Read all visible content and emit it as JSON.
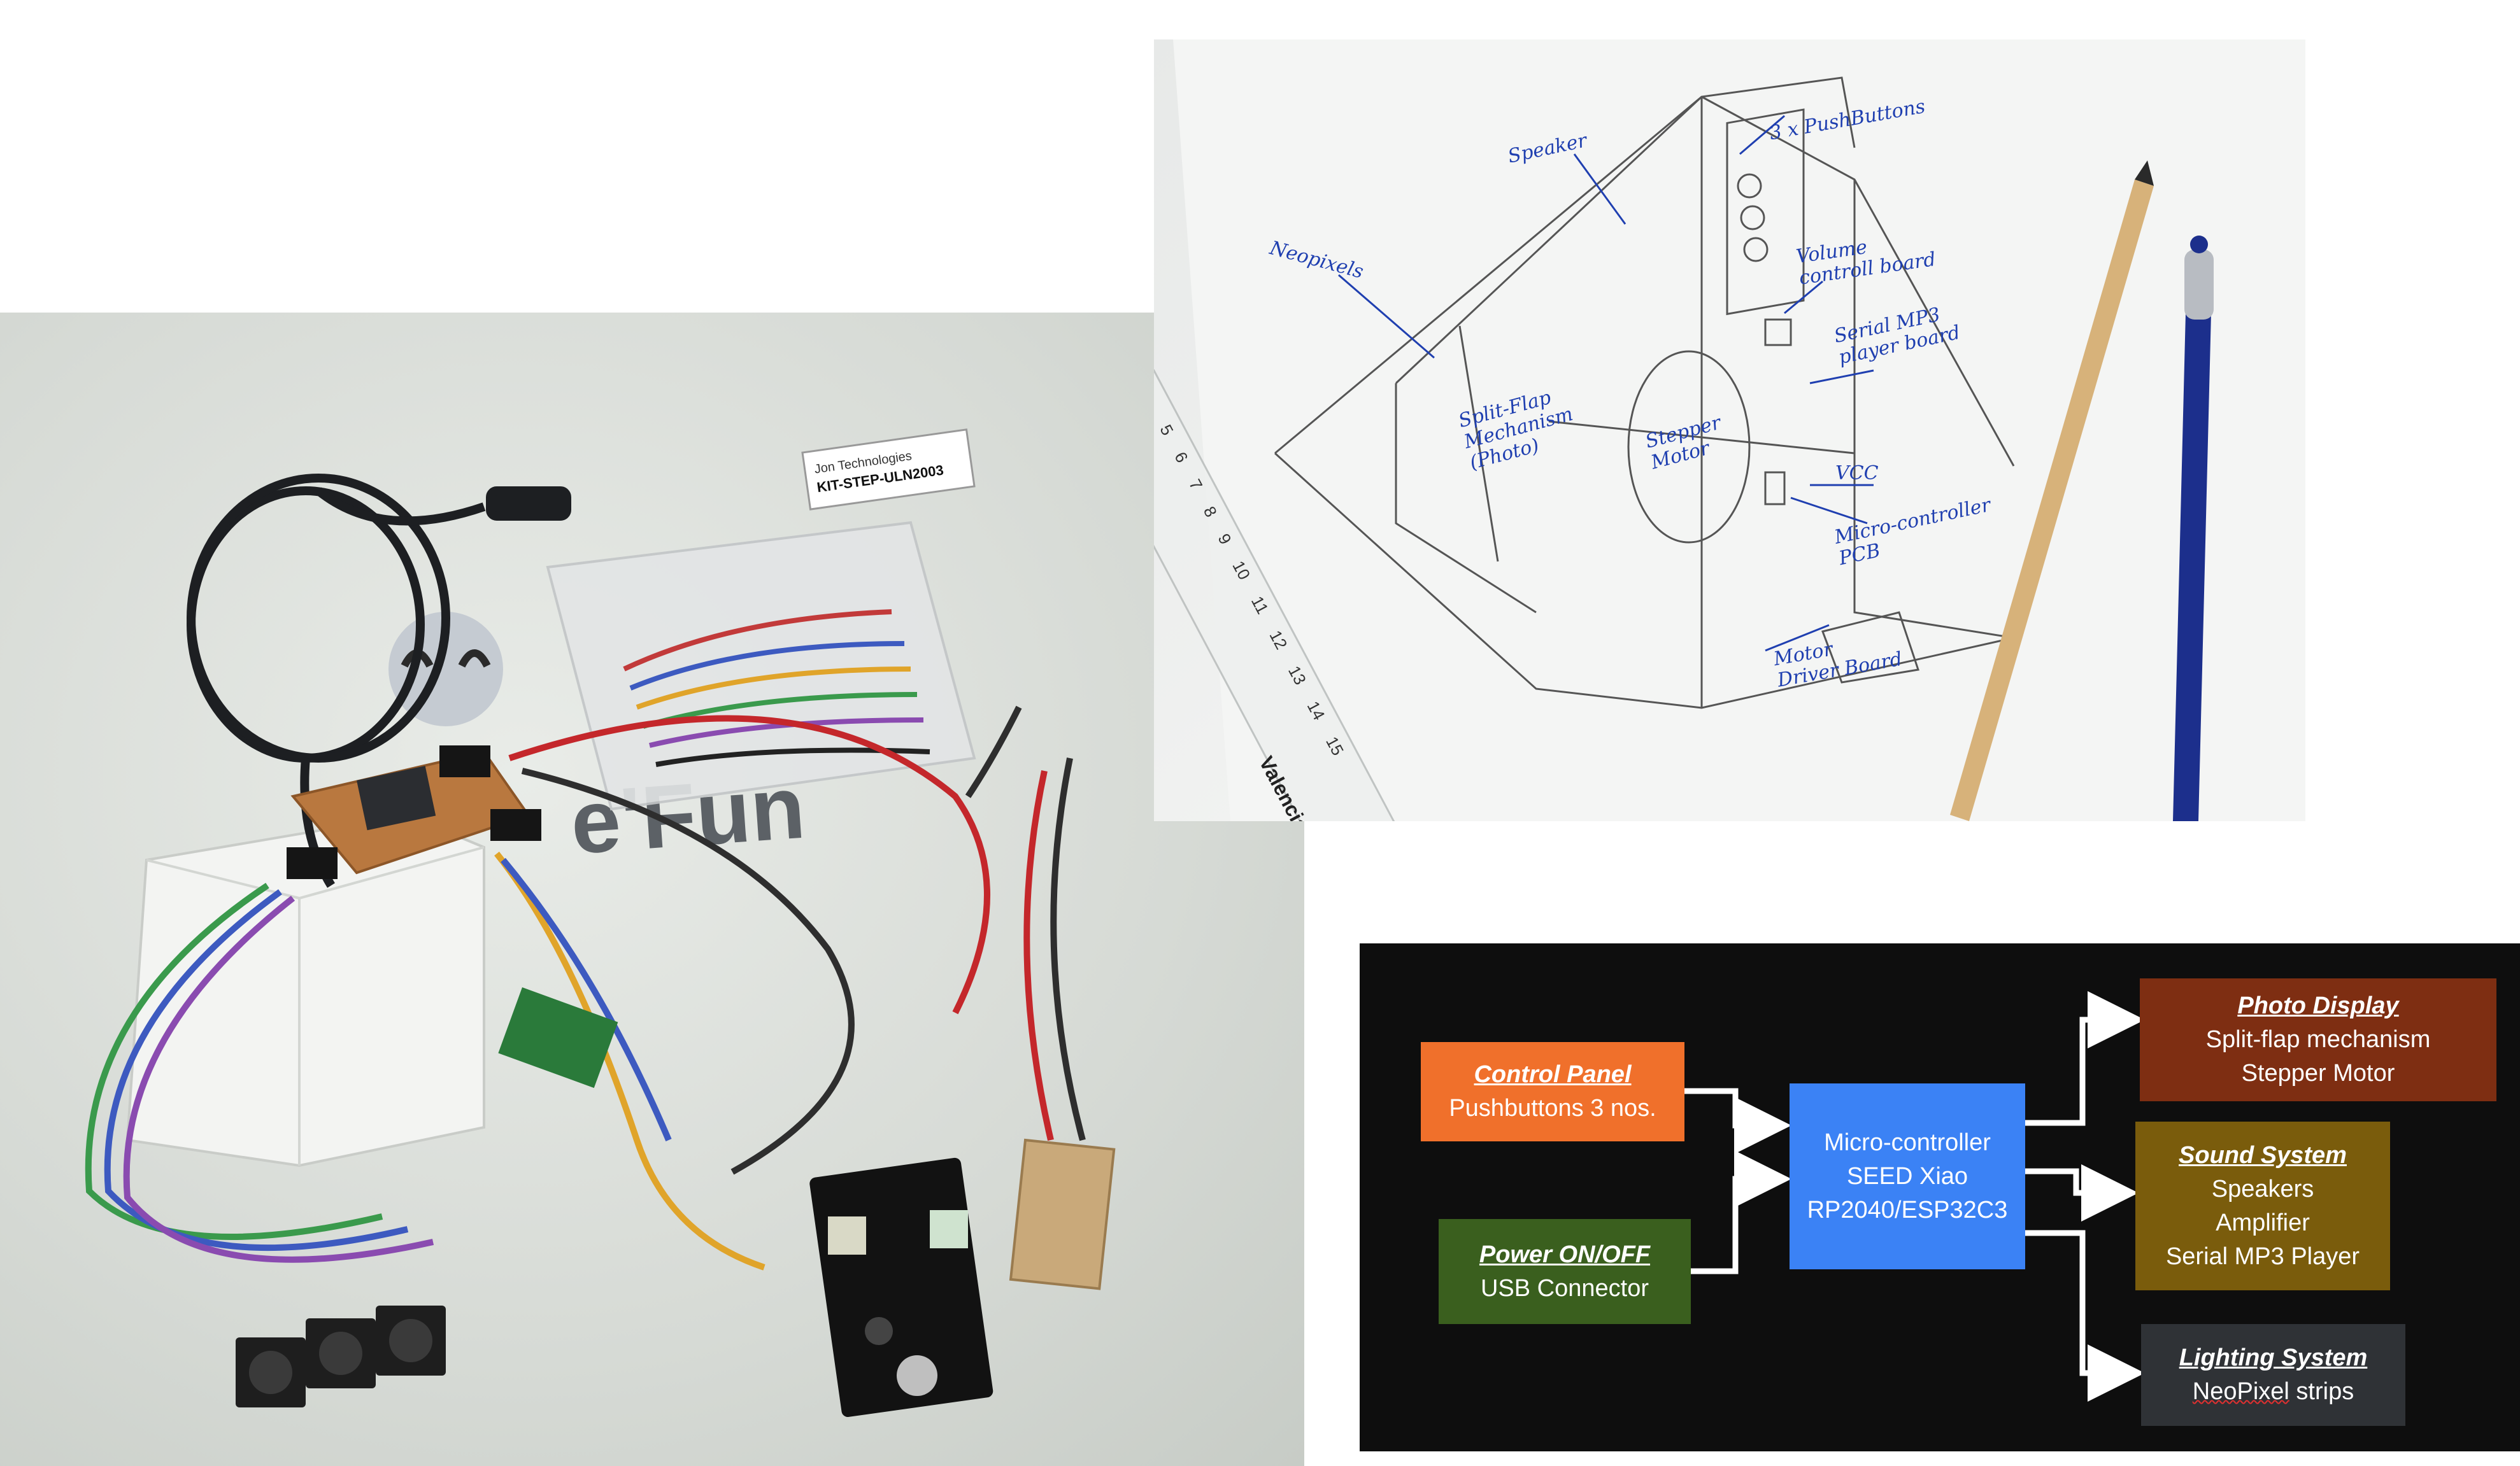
{
  "colors": {
    "control_panel": "#f0702b",
    "power": "#3a5f1e",
    "microcontroller": "#3b82f5",
    "photo_display": "#7e2e12",
    "sound_system": "#7a5c0c",
    "lighting_system": "#2f3236",
    "diagram_bg": "#0e0e0e",
    "ink": "#1f3fb0"
  },
  "photo_components": {
    "box_print": "e'Fun",
    "bag_label": {
      "line1": "Jon Technologies",
      "line2": "KIT-STEP-ULN2003"
    }
  },
  "sketch": {
    "annotations": {
      "speaker": "Speaker",
      "pushbuttons": "3 x PushButtons",
      "neopixels": "Neopixels",
      "volume": "Volume\ncontroll board",
      "mp3": "Serial MP3\nplayer board",
      "splitflap": "Split-Flap\nMechanism\n(Photo)",
      "stepper": "Stepper\nMotor",
      "vcc": "VCC",
      "microcontroller": "Micro-controller\nPCB",
      "motor_driver": "Motor\nDriver Board"
    },
    "ruler": {
      "brand": "Valencia",
      "ticks": [
        "5",
        "6",
        "7",
        "8",
        "9",
        "10",
        "11",
        "12",
        "13",
        "14",
        "15"
      ]
    }
  },
  "diagram": {
    "control_panel": {
      "title": "Control Panel",
      "lines": [
        "Pushbuttons 3 nos."
      ]
    },
    "power": {
      "title": "Power ON/OFF",
      "lines": [
        "USB Connector"
      ]
    },
    "microcontroller": {
      "lines": [
        "Micro-controller",
        "SEED Xiao",
        "RP2040/ESP32C3"
      ]
    },
    "photo_display": {
      "title": "Photo Display",
      "lines": [
        "Split-flap mechanism",
        "Stepper Motor"
      ]
    },
    "sound_system": {
      "title": "Sound System",
      "lines": [
        "Speakers",
        "Amplifier",
        "Serial MP3 Player"
      ]
    },
    "lighting_system": {
      "title": "Lighting System",
      "lines": [
        "NeoPixel",
        "strips"
      ]
    }
  }
}
